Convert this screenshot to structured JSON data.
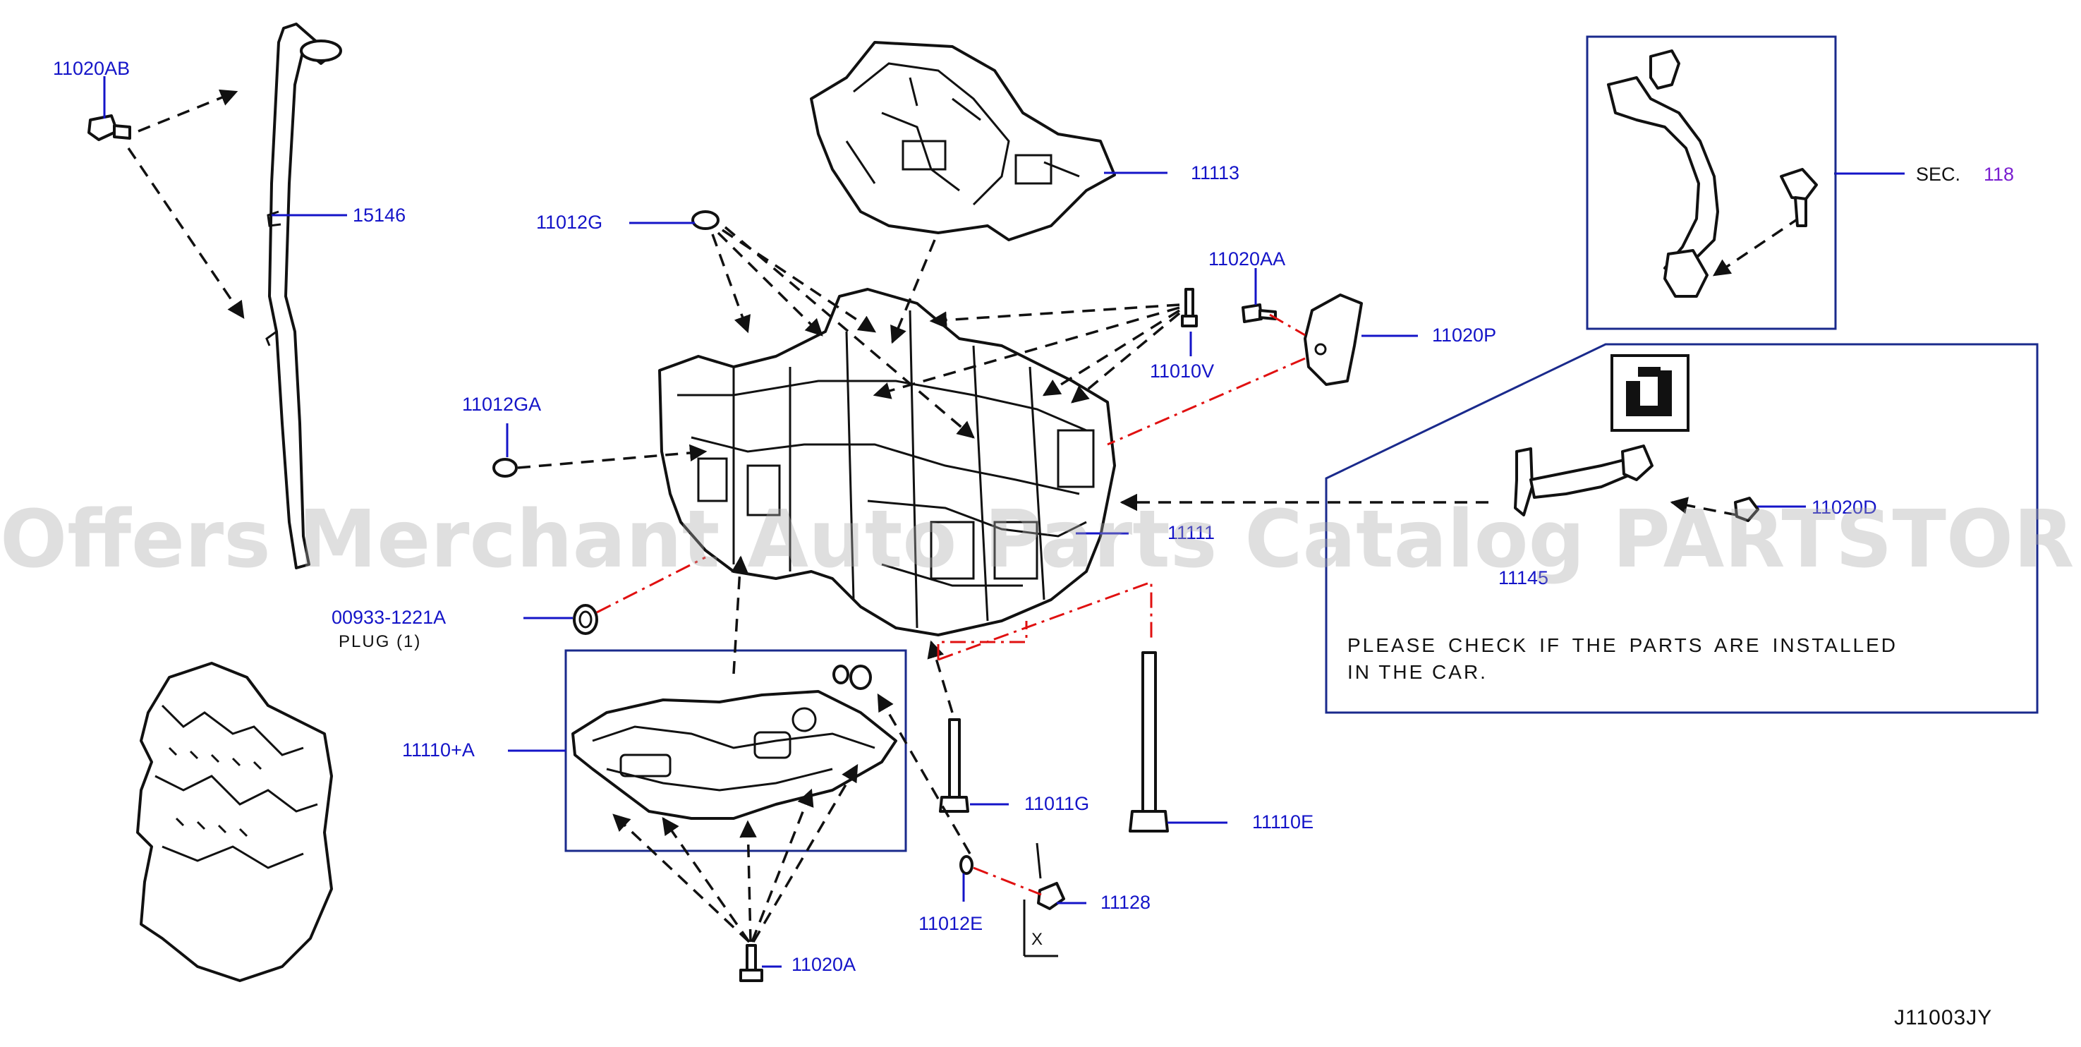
{
  "labels": {
    "p11020AB": "11020AB",
    "p15146": "15146",
    "p11113": "11113",
    "p11012G": "11012G",
    "p11020AA": "11020AA",
    "p11020P": "11020P",
    "p11010V": "11010V",
    "p11012GA": "11012GA",
    "p11111": "11111",
    "p00933": "00933-1221A",
    "plug": "PLUG  (1)",
    "p11110A": "11110+A",
    "p11011G": "11011G",
    "p11110E": "11110E",
    "p11012E": "11012E",
    "p11128": "11128",
    "p11020A": "11020A",
    "xmark": "X",
    "sec": "SEC.",
    "sec_num": "118",
    "p11145": "11145",
    "p11020D": "11020D",
    "diagram_code": "J11003JY"
  },
  "note": "PLEASE CHECK IF THE PARTS ARE INSTALLED IN THE CAR.",
  "watermark": "Offers Merchant Auto Parts Catalog PARTSTORE.SA",
  "colors": {
    "label": "#1414c8",
    "leader_red": "#e01010",
    "frame": "#1a2a8c",
    "sec_num": "#7a1fd0"
  }
}
